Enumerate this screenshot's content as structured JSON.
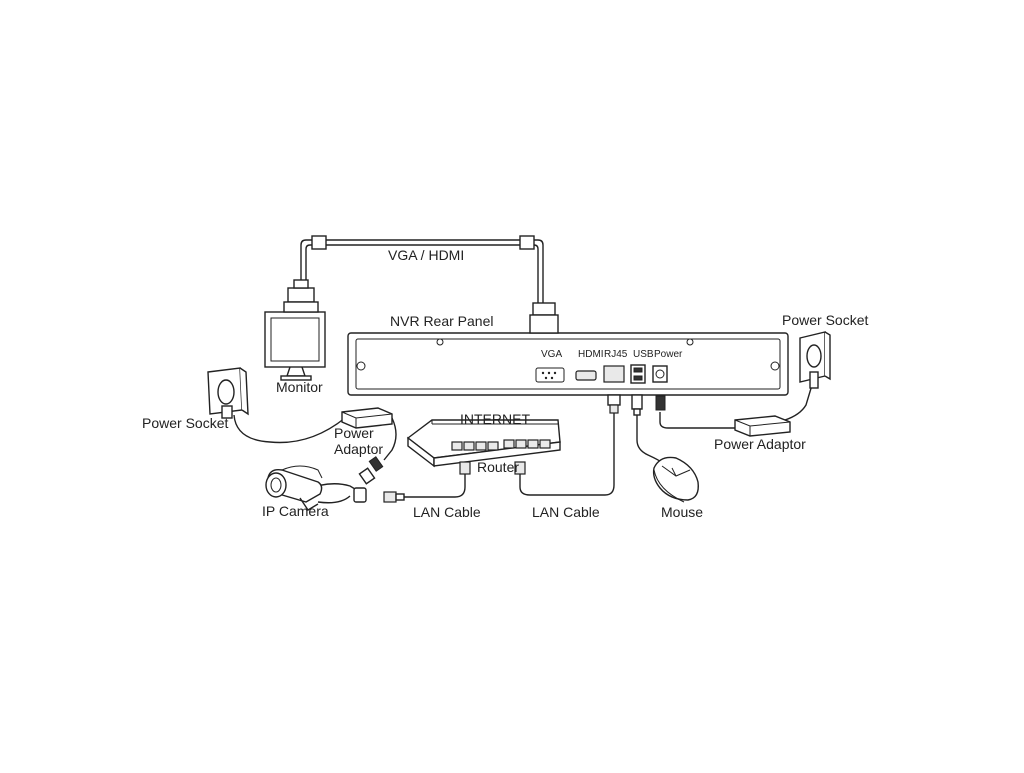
{
  "diagram": {
    "labels": {
      "vga_hdmi_cable": "VGA / HDMI",
      "nvr_rear_panel": "NVR Rear Panel",
      "power_socket_right": "Power Socket",
      "monitor": "Monitor",
      "power_socket_left": "Power Socket",
      "power_adaptor_left": "Power\nAdaptor",
      "internet": "INTERNET",
      "router": "Router",
      "ip_camera": "IP Camera",
      "lan_cable_1": "LAN Cable",
      "lan_cable_2": "LAN Cable",
      "mouse": "Mouse",
      "power_adaptor_right": "Power Adaptor"
    },
    "nvr_ports": {
      "vga": "VGA",
      "hdmi": "HDMI",
      "rj45": "RJ45",
      "usb": "USB",
      "power": "Power"
    }
  }
}
